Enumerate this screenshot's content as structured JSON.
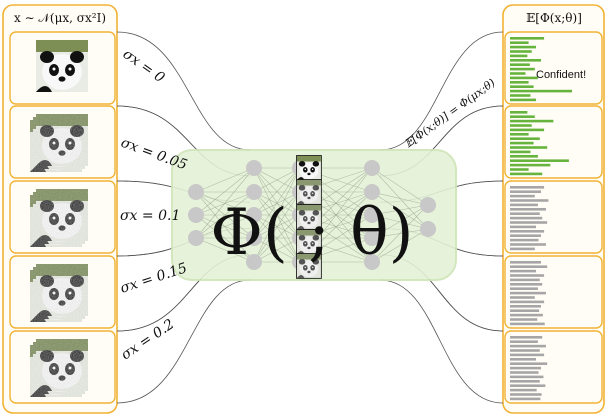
{
  "input_heading": "x ∼ 𝒩(μx, σx²I)",
  "output_heading": "𝔼[Φ(x;θ)]",
  "center_label": "Φ( ; θ)",
  "sigma_labels": [
    "σx = 0",
    "σx = 0.05",
    "σx = 0.1",
    "σx = 0.15",
    "σx = 0.2"
  ],
  "expectation_label": "𝔼[Φ(x;θ)] = Φ(μx;θ)",
  "confident_label": "Confident!",
  "colors": {
    "frame_orange": "#f2b233",
    "panel_fill": "#fffdf5",
    "network_fill": "#e6f3d8",
    "node_gray": "#c8c8c8",
    "green_bar": "#66b33d",
    "gray_bar": "#a6a6a6"
  },
  "histograms": [
    {
      "color": "green",
      "values": [
        0.55,
        0.3,
        0.42,
        0.35,
        0.28,
        0.5,
        0.32,
        0.4,
        0.25,
        0.45,
        0.3,
        0.38,
        1.0,
        0.33,
        0.42
      ]
    },
    {
      "color": "green",
      "values": [
        0.28,
        0.4,
        0.7,
        0.35,
        0.55,
        0.3,
        0.48,
        0.38,
        0.6,
        0.33,
        0.45,
        0.95,
        0.65,
        0.3,
        0.52
      ]
    },
    {
      "color": "gray",
      "values": [
        0.55,
        0.5,
        0.4,
        0.62,
        0.45,
        0.58,
        0.48,
        0.52,
        0.6,
        0.42,
        0.55,
        0.5,
        0.46,
        0.58,
        0.4
      ]
    },
    {
      "color": "gray",
      "values": [
        0.5,
        0.6,
        0.42,
        0.55,
        0.48,
        0.52,
        0.45,
        0.58,
        0.4,
        0.55,
        0.5,
        0.47,
        0.53,
        0.44,
        0.56
      ]
    },
    {
      "color": "gray",
      "values": [
        0.52,
        0.45,
        0.58,
        0.48,
        0.55,
        0.42,
        0.6,
        0.5,
        0.46,
        0.54,
        0.48,
        0.57,
        0.43,
        0.51,
        0.49
      ]
    }
  ]
}
